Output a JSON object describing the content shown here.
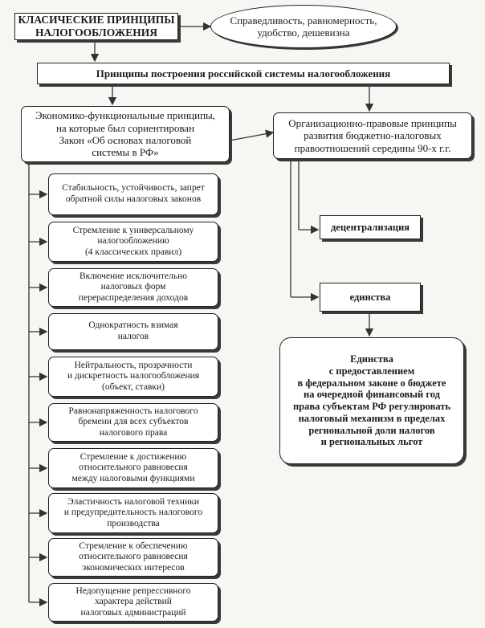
{
  "title": "КЛАСИЧЕСКИЕ ПРИНЦИПЫ\nНАЛОГООБЛОЖЕНИЯ",
  "classic_values": "Справедливость, равномерность,\nудобство, дешевизна",
  "russian_system": "Принципы построения российской системы налогообложения",
  "economic_functional": "Экономико-функциональные принципы,\nна которые был сориентирован\nЗакон  «Об основах налоговой\nсистемы в РФ»",
  "organizational_legal": "Организационно-правовые принципы\nразвития бюджетно-налоговых\nправоотношений середины 90-х г.г.",
  "decentralization": "децентрализация",
  "unity": "единства",
  "unity_detail": "Единства\nс предоставлением\nв федеральном законе о бюджете\nна очередной финансовый год\nправа субъектам РФ регулировать\nналоговый механизм в пределах\nрегиональной доли налогов\nи региональных льгот",
  "principles": [
    "Стабильность, устойчивость, запрет\nобратной силы налоговых законов",
    "Стремление к универсальному\nналогообложению\n(4 классических правил)",
    "Включение исключительно\nналоговых форм\nперераспределения доходов",
    "Однократность взимая\nналогов",
    "Нейтральность, прозрачности\nи дискретность налогообложения\n(объект, ставки)",
    "Равнонапряженность налогового\nбремени для всех субъектов\nналогового права",
    "Стремление к достижению\nотносительного равновесия\nмежду налоговыми функциями",
    "Эластичность налоговой техники\nи предупредительность налогового\nпроизводства",
    "Стремление к обеспечению\nотносительного равновесия\nэкономических интересов",
    "Недопущение репрессивного\nхарактера действий\nналоговых администраций"
  ]
}
